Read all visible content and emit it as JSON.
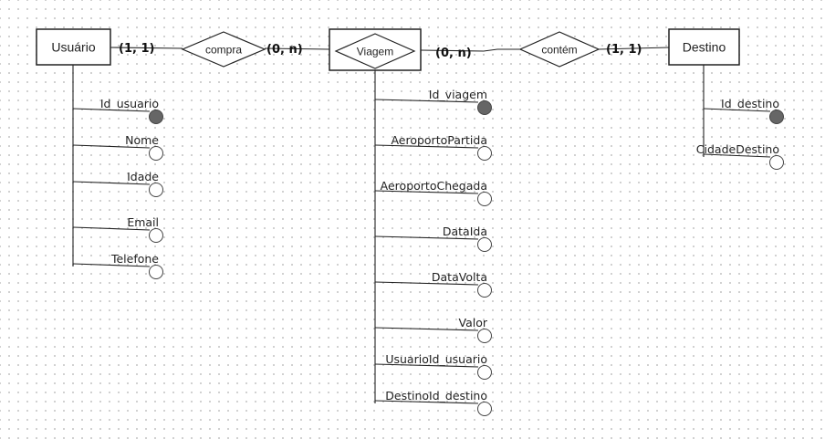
{
  "colors": {
    "line": "#222222",
    "key_fill": "#666666",
    "attr_fill": "#ffffff"
  },
  "entities": [
    {
      "id": "usuario",
      "label": "Usuário"
    },
    {
      "id": "viagem",
      "label": "Viagem",
      "weak": true
    },
    {
      "id": "destino",
      "label": "Destino"
    }
  ],
  "relationships": [
    {
      "id": "compra",
      "label": "compra",
      "card_left": "(1, 1)",
      "card_right": "(0, n)"
    },
    {
      "id": "contem",
      "label": "contém",
      "card_left": "(0, n)",
      "card_right": "(1, 1)"
    }
  ],
  "attributes": {
    "usuario": [
      {
        "name": "Id_usuario",
        "key": true
      },
      {
        "name": "Nome",
        "key": false
      },
      {
        "name": "Idade",
        "key": false
      },
      {
        "name": "Email",
        "key": false
      },
      {
        "name": "Telefone",
        "key": false
      }
    ],
    "viagem": [
      {
        "name": "Id_viagem",
        "key": true
      },
      {
        "name": "AeroportoPartida",
        "key": false
      },
      {
        "name": "AeroportoChegada",
        "key": false
      },
      {
        "name": "DataIda",
        "key": false
      },
      {
        "name": "DataVolta",
        "key": false
      },
      {
        "name": "Valor",
        "key": false
      },
      {
        "name": "UsuarioId_usuario",
        "key": false
      },
      {
        "name": "DestinoId_destino",
        "key": false
      }
    ],
    "destino": [
      {
        "name": "Id_destino",
        "key": true
      },
      {
        "name": "CidadeDestino",
        "key": false
      }
    ]
  }
}
